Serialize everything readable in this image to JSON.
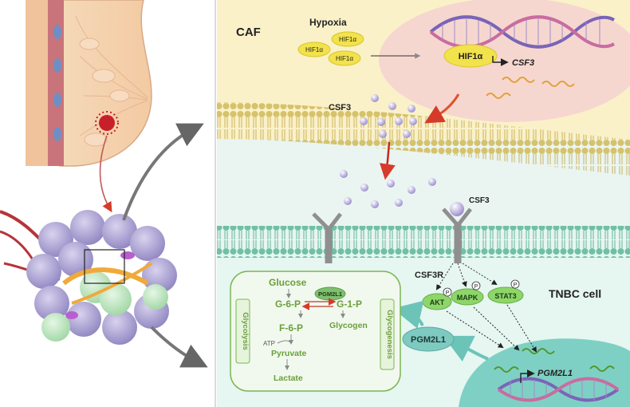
{
  "labels": {
    "caf": "CAF",
    "hypoxia": "Hypoxia",
    "hif1a_small": "HIF1α",
    "hif1a_nucleus": "HIF1α",
    "csf3_gene": "CSF3",
    "csf3_secreted": "CSF3",
    "csf3_bound": "CSF3",
    "csf3r": "CSF3R",
    "akt": "AKT",
    "mapk": "MAPK",
    "stat3": "STAT3",
    "phospho": "P",
    "tnbc": "TNBC cell",
    "pgm2l1_protein": "PGM2L1",
    "pgm2l1_gene": "PGM2L1",
    "pgm2l1_enzyme": "PGM2L1",
    "glucose": "Glucose",
    "g6p": "G-6-P",
    "g1p": "G-1-P",
    "f6p": "F-6-P",
    "atp": "ATP",
    "pyruvate": "Pyruvate",
    "lactate": "Lactate",
    "glycogen": "Glycogen",
    "glycolysis": "Glycolysis",
    "glycogenesis": "Glycogenesis"
  },
  "colors": {
    "caf_bg": "#fbf1c9",
    "tnbc_bg": "#e6f6f1",
    "nucleus_caf": "#f6d7cf",
    "nucleus_tnbc": "#7fd0c4",
    "membrane_top": "#d9c77a",
    "membrane_bottom": "#7ec9b0",
    "pathway_text": "#6aa03b",
    "hif_yellow": "#f2e24b",
    "green_kinase": "#8ed66a",
    "teal_protein": "#7ec9c0"
  }
}
